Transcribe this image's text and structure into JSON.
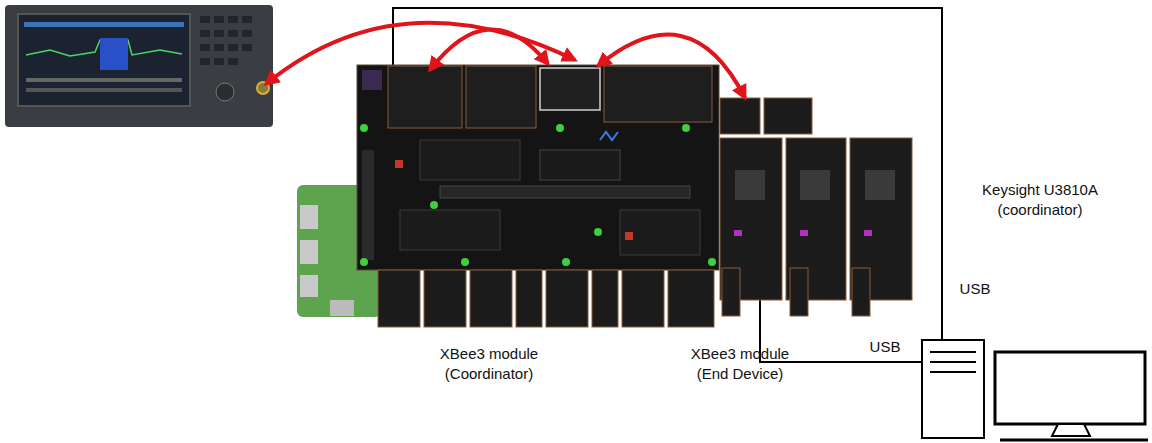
{
  "diagram": {
    "labels": [
      "XBee3 module (Coordinator)",
      "XBee3 module (End Device)",
      "Keysight U3810A (coordinator)",
      "USB",
      "USB"
    ]
  }
}
